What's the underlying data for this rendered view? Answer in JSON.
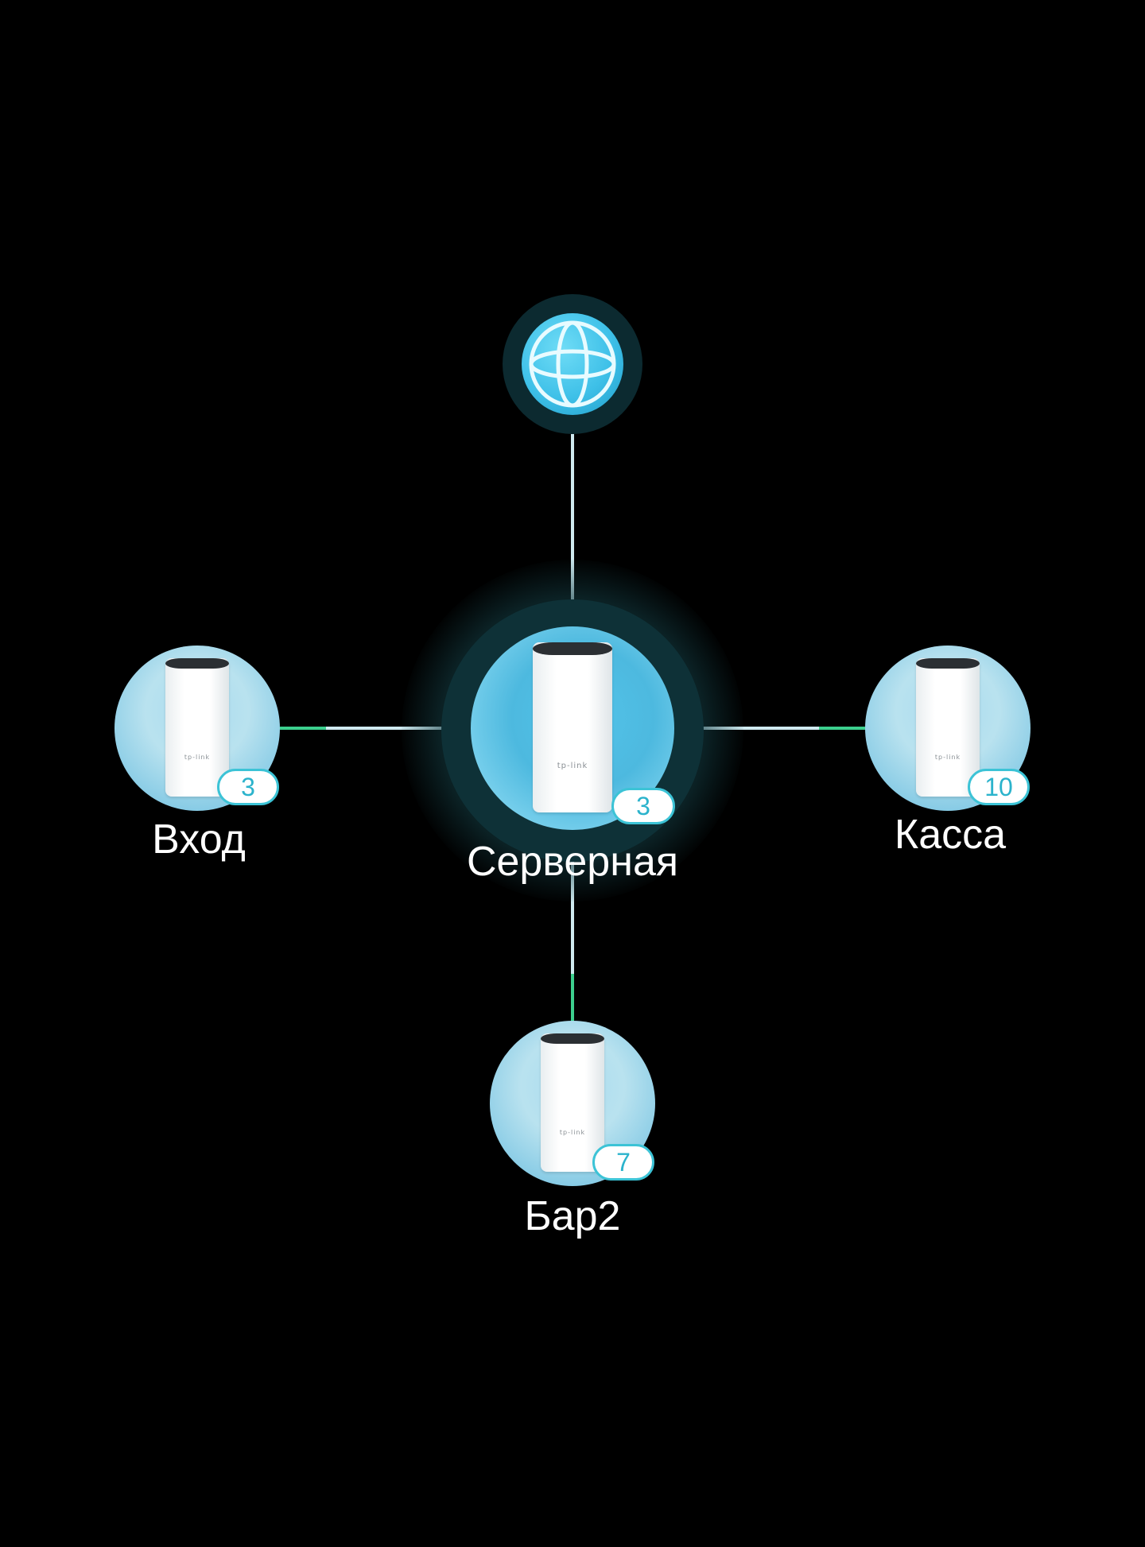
{
  "colors": {
    "background": "#000000",
    "link_line": "#cfeaf0",
    "link_active": "#3ccf8e",
    "accent": "#3ec0e8",
    "badge_text": "#2bb3cc"
  },
  "internet": {
    "icon": "globe-icon"
  },
  "nodes": {
    "main": {
      "name": "Серверная",
      "clients": "3",
      "icon": "deco-router-icon",
      "logo": "tp-link"
    },
    "left": {
      "name": "Вход",
      "clients": "3",
      "icon": "deco-router-icon",
      "logo": "tp-link"
    },
    "right": {
      "name": "Касса",
      "clients": "10",
      "icon": "deco-router-icon",
      "logo": "tp-link"
    },
    "bottom": {
      "name": "Бар2",
      "clients": "7",
      "icon": "deco-router-icon",
      "logo": "tp-link"
    }
  }
}
